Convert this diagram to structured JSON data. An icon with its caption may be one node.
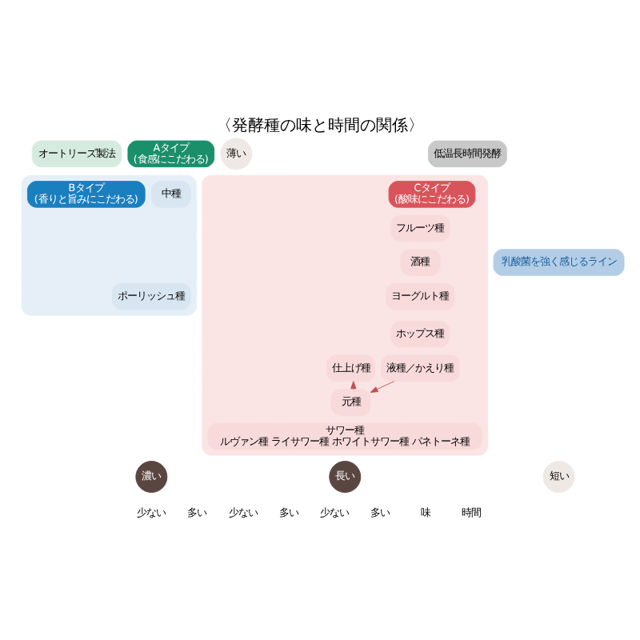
{
  "diagram": {
    "title": "〈発酵種の味と時間の関係〉",
    "nodes": [
      {
        "text": [
          "Aタイプ",
          "(食感にこだわる)"
        ]
      },
      {
        "text": [
          "オートリーズ製法"
        ]
      },
      {
        "text": [
          "低温長時間発酵"
        ]
      },
      {
        "text": [],
        "shape": "ellipse"
      },
      {
        "text": [
          "中種"
        ],
        "in": 3
      },
      {
        "text": [
          "ポーリッシュ種"
        ],
        "in": 3
      },
      {
        "text": [
          "Bタイプ",
          "(香りと旨みにこだわる)"
        ],
        "in": 3
      },
      {
        "text": [
          "乳酸菌を強く感じるライン"
        ]
      },
      {
        "text": [],
        "shape": "ellipse"
      },
      {
        "text": [
          "Cタイプ",
          "(酸味にこだわる)"
        ],
        "in": 8
      },
      {
        "text": [
          "仕上げ種"
        ],
        "in": 8
      },
      {
        "text": [
          "フルーツ種"
        ],
        "in": 8
      },
      {
        "text": [
          "元種"
        ],
        "in": 8
      },
      {
        "text": [
          "酒種"
        ],
        "in": 8
      },
      {
        "text": [
          "ヨーグルト種"
        ],
        "in": 8
      },
      {
        "text": [
          "ホップス種"
        ],
        "in": 8
      },
      {
        "text": [
          "液種／かえり種"
        ],
        "in": 8
      },
      {
        "text": [
          "サワー種",
          "ルヴァン種 ライサワー種 ホワイトサワー種 パネトーネ種"
        ],
        "in": 8
      },
      {
        "text": [
          "薄い"
        ]
      },
      {
        "text": [
          "濃い"
        ]
      },
      {
        "text": [
          "短い"
        ]
      },
      {
        "text": [
          "長い"
        ]
      }
    ],
    "edges": [
      {
        "from": 12,
        "to": 10,
        "arrow": "to",
        "color": "#c0504d"
      },
      {
        "from": 16,
        "to": 12,
        "arrow": "to",
        "color": "#c0504d"
      }
    ],
    "labels": [
      "少ない",
      "多い",
      "少ない",
      "多い",
      "少ない",
      "多い",
      "味",
      "時間"
    ]
  }
}
